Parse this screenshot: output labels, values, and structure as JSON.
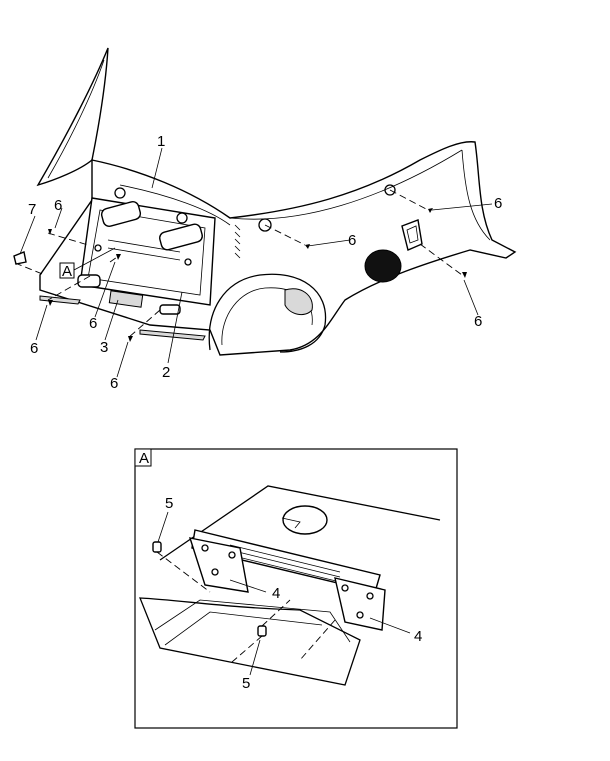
{
  "callouts": {
    "c1": "1",
    "c2": "2",
    "c3": "3",
    "c4a": "4",
    "c4b": "4",
    "c5a": "5",
    "c5b": "5",
    "c6a": "6",
    "c6b": "6",
    "c6c": "6",
    "c6d": "6",
    "c6e": "6",
    "c6f": "6",
    "c6g": "6",
    "c7": "7"
  },
  "detail_marker": "A",
  "detail_box_label": "A"
}
